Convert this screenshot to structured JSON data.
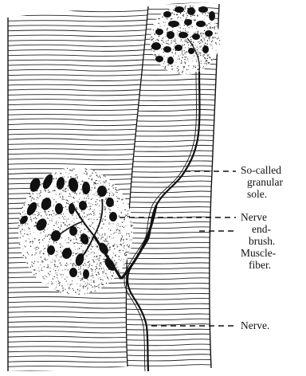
{
  "figure": {
    "labels": {
      "granular_sole": [
        "So-called",
        "granular",
        "sole."
      ],
      "nerve_end_brush": [
        "Nerve",
        "end-",
        "brush."
      ],
      "muscle_fiber": [
        "Muscle-",
        "fiber."
      ],
      "nerve": [
        "Nerve."
      ]
    },
    "colors": {
      "ink": "#111111",
      "paper": "#ffffff"
    }
  }
}
